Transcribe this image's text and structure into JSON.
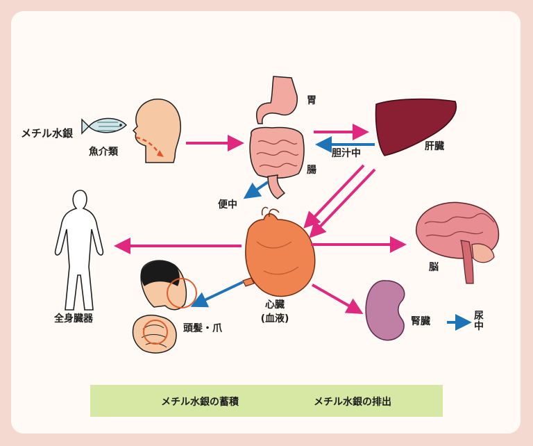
{
  "colors": {
    "accumulation": "#e0287e",
    "excretion": "#1f74b8",
    "skin": "#f6c9a4",
    "liver": "#8a1f33",
    "heart": "#ef8450",
    "kidney": "#c07fa5",
    "brain": "#e88e93",
    "stomach": "#f2a9a0",
    "legend_bg": "#d6e8a3",
    "frame": "#f3d9cf"
  },
  "labels": {
    "source": "メチル水銀",
    "seafood": "魚介類",
    "stomach": "胃",
    "intestine": "腸",
    "liver": "肝臓",
    "bile": "胆汁中",
    "feces": "便中",
    "heart": "心臓",
    "blood": "(血液)",
    "whole_body": "全身臓器",
    "brain": "脳",
    "hair_nail": "頭髪・爪",
    "kidney": "腎臓",
    "urine": "尿中"
  },
  "legend": {
    "accumulation": "メチル水銀の蓄積",
    "excretion": "メチル水銀の排出"
  },
  "icons": [
    "fish-icon",
    "head-icon",
    "stomach-icon",
    "intestine-icon",
    "liver-icon",
    "heart-icon",
    "body-icon",
    "brain-icon",
    "hair-icon",
    "nail-icon",
    "kidney-icon"
  ]
}
